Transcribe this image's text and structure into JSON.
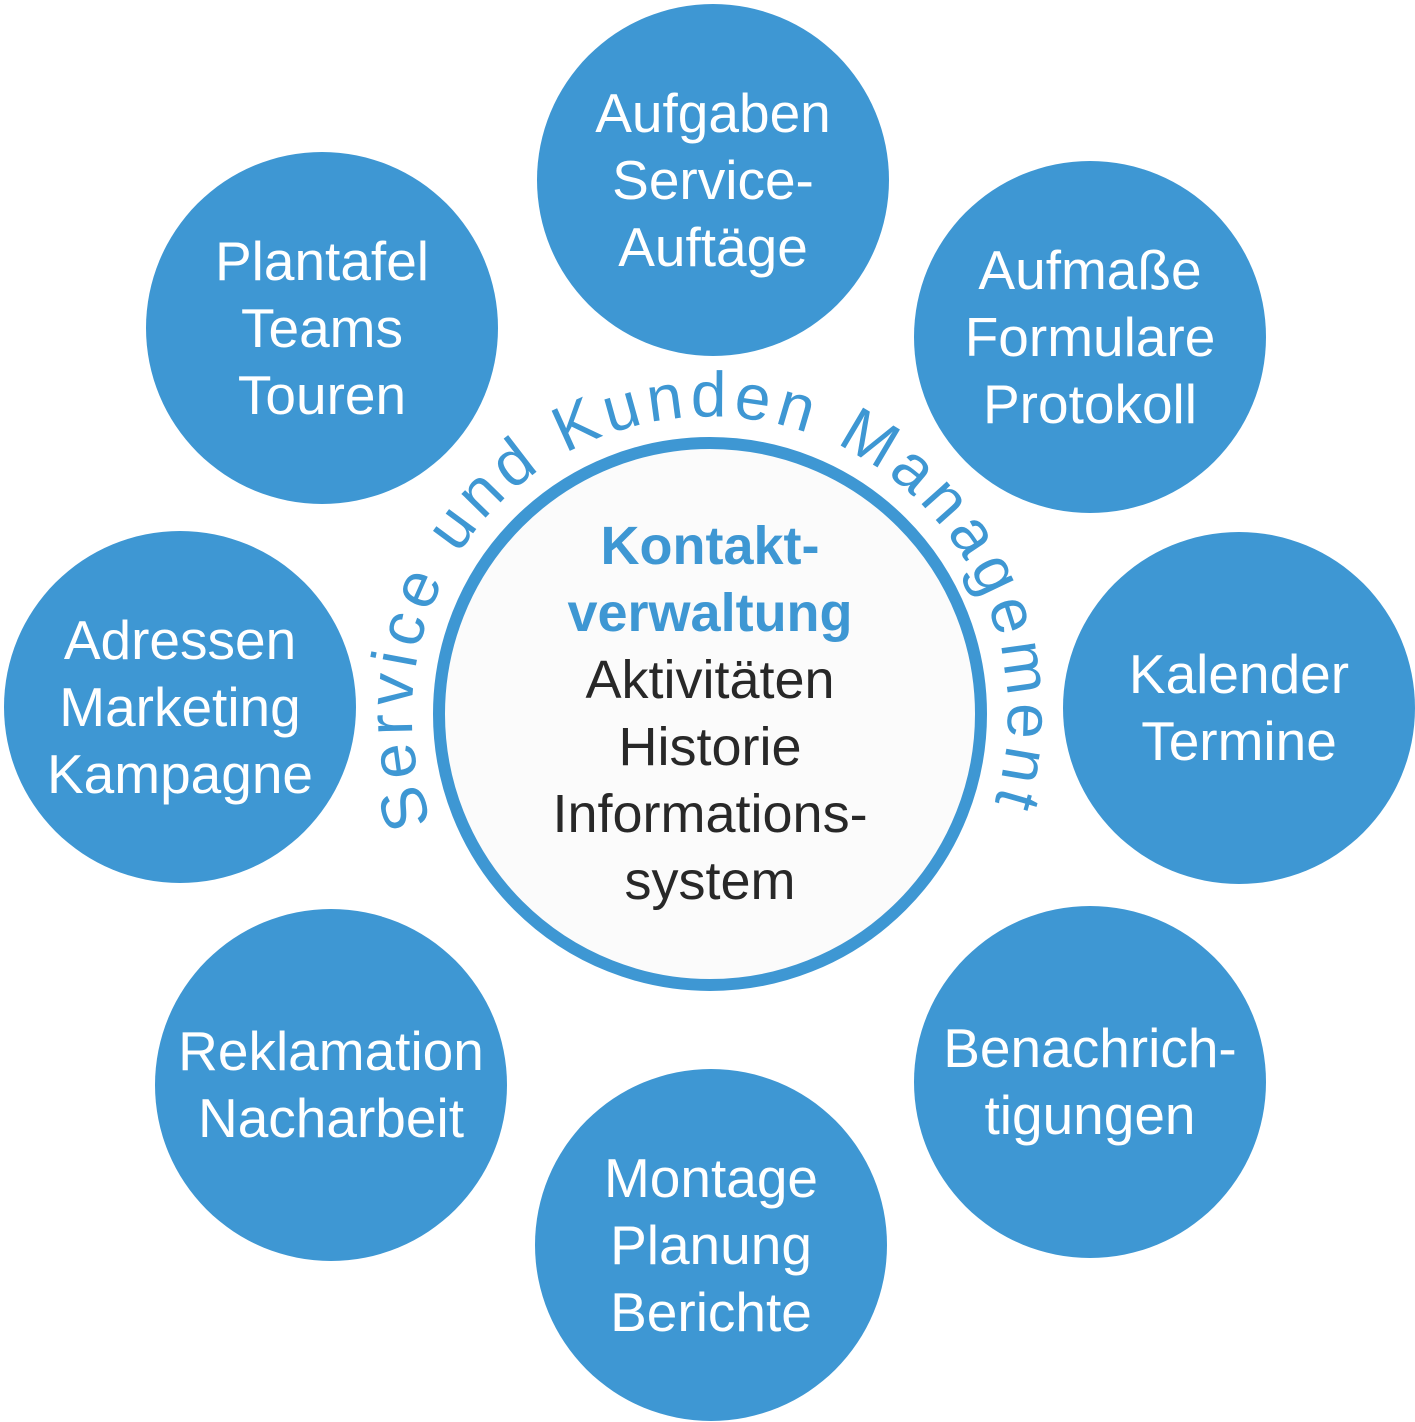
{
  "diagram": {
    "arc_label": "Service und Kunden Management",
    "center": {
      "title_lines": [
        "Kontakt-",
        "verwaltung"
      ],
      "body_lines": [
        "Aktivitäten",
        "Historie",
        "Informations-",
        "system"
      ]
    },
    "satellites": [
      {
        "id": "aufgaben",
        "lines": [
          "Aufgaben",
          "Service-",
          "Auftäge"
        ]
      },
      {
        "id": "aufmasse",
        "lines": [
          "Aufmaße",
          "Formulare",
          "Protokoll"
        ]
      },
      {
        "id": "kalender",
        "lines": [
          "Kalender",
          "Termine"
        ]
      },
      {
        "id": "benachrichtigungen",
        "lines": [
          "Benachrich-",
          "tigungen"
        ]
      },
      {
        "id": "montage",
        "lines": [
          "Montage",
          "Planung",
          "Berichte"
        ]
      },
      {
        "id": "reklamation",
        "lines": [
          "Reklamation",
          "Nacharbeit"
        ]
      },
      {
        "id": "adressen",
        "lines": [
          "Adressen",
          "Marketing",
          "Kampagne"
        ]
      },
      {
        "id": "plantafel",
        "lines": [
          "Plantafel",
          "Teams",
          "Touren"
        ]
      }
    ],
    "colors": {
      "primary_blue": "#3E97D3",
      "center_fill": "#FBFBFB",
      "text_dark": "#282828",
      "text_white": "#FFFFFF"
    }
  }
}
